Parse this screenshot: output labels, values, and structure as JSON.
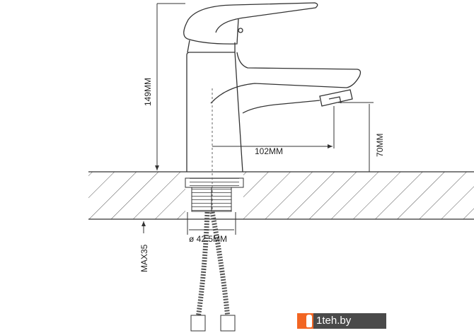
{
  "dimensions": {
    "height_total": "149MM",
    "spout_reach": "102MM",
    "spout_height": "70MM",
    "diameter": "ø 42.5MM",
    "max_thickness": "MAX35"
  },
  "watermark": {
    "text": "1teh.by",
    "accent": "#f26522",
    "background": "#4a4a4a"
  }
}
